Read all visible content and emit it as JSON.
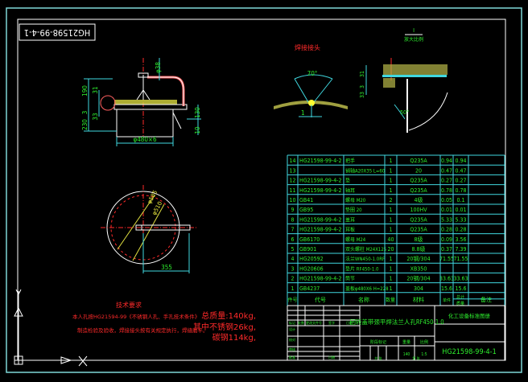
{
  "stamp": "HG21598-99-4-1",
  "detail_title": "焊接接头",
  "section_label": {
    "num": "I",
    "den": "放大比例"
  },
  "dims": {
    "pipe": "φ38",
    "h190": "190",
    "h31": "31",
    "h3": "3",
    "h33": "33",
    "h230": "230",
    "h130": "130",
    "h10": "10",
    "dia": "φ480×6",
    "angle": "70°",
    "one": "1",
    "d1": "31",
    "d2": "3",
    "d3": "33",
    "ang50": "50°",
    "d585": "φ585",
    "d510": "φ510",
    "r355": "355"
  },
  "notes": {
    "title": "技术要求",
    "line1": "本人孔按HG21594-99《不锈钢人孔、手孔技术条件》",
    "line2": "制造检验及验收，焊接接头按有关规定执行，焊缝磨平。"
  },
  "weights": {
    "total": "总质量:140kg,",
    "stainless": "其中不锈钢26kg,",
    "carbon": "碳钢114kg,"
  },
  "parts_table": {
    "rows": [
      {
        "no": "14",
        "code": "HG21598-99-4-2",
        "name": "把手",
        "qty": "1",
        "material": "Q235A",
        "unit": "0.94",
        "total": "0.94",
        "note": ""
      },
      {
        "no": "13",
        "code": "",
        "name": "销轴A20X35 L=60",
        "qty": "1",
        "material": "20",
        "unit": "0.47",
        "total": "0.47",
        "note": ""
      },
      {
        "no": "12",
        "code": "HG21598-99-4-2",
        "name": "垫",
        "qty": "1",
        "material": "Q235A",
        "unit": "0.27",
        "total": "0.27",
        "note": ""
      },
      {
        "no": "11",
        "code": "HG21598-99-4-2",
        "name": "轴耳",
        "qty": "1",
        "material": "Q235A",
        "unit": "0.78",
        "total": "0.78",
        "note": ""
      },
      {
        "no": "10",
        "code": "GB41",
        "name": "螺母 M20",
        "qty": "2",
        "material": "4级",
        "unit": "0.05",
        "total": "0.1",
        "note": ""
      },
      {
        "no": "9",
        "code": "GB95",
        "name": "垫圈 20",
        "qty": "1",
        "material": "100HV",
        "unit": "0.01",
        "total": "0.01",
        "note": ""
      },
      {
        "no": "8",
        "code": "HG21598-99-4-2",
        "name": "盖耳",
        "qty": "1",
        "material": "Q235A",
        "unit": "5.33",
        "total": "5.33",
        "note": ""
      },
      {
        "no": "7",
        "code": "HG21598-99-4-2",
        "name": "耳板",
        "qty": "1",
        "material": "Q235A",
        "unit": "0.28",
        "total": "0.28",
        "note": ""
      },
      {
        "no": "6",
        "code": "GB6170",
        "name": "螺母 M24",
        "qty": "40",
        "material": "8级",
        "unit": "0.09",
        "total": "3.56",
        "note": ""
      },
      {
        "no": "5",
        "code": "GB901",
        "name": "双头螺柱 M24X125",
        "qty": "20",
        "material": "8.8级",
        "unit": "0.37",
        "total": "7.39",
        "note": ""
      },
      {
        "no": "4",
        "code": "HG20592",
        "name": "法兰WN450-1.0RF",
        "qty": "1",
        "material": "20钢/304",
        "unit": "71.55",
        "total": "71.55",
        "note": ""
      },
      {
        "no": "3",
        "code": "HG20606",
        "name": "垫片 RF450-1.0",
        "qty": "1",
        "material": "XB350",
        "unit": "",
        "total": "",
        "note": ""
      },
      {
        "no": "2",
        "code": "HG21598-99-4-2",
        "name": "筒节",
        "qty": "1",
        "material": "20钢/304",
        "unit": "33.63",
        "total": "33.63",
        "note": ""
      },
      {
        "no": "1",
        "code": "GB4237",
        "name": "盖板φ480X6 H=228",
        "qty": "1",
        "material": "304",
        "unit": "15.6",
        "total": "15.6",
        "note": ""
      }
    ],
    "header": {
      "no": "件号",
      "code": "代号",
      "name": "名称",
      "qty": "数量",
      "material": "材料",
      "unit": "单件",
      "total": "总计",
      "mass": "质量",
      "note": "备注"
    }
  },
  "title_block": {
    "title": "回转盖带颈平焊法兰人孔RF450-1.0",
    "company": "化工设备标准图册",
    "drawing_no": "HG21598-99-4-1",
    "labels": {
      "mark": "标记",
      "count": "处数",
      "file": "更改文件号",
      "sign": "签字",
      "date": "日期",
      "design": "设计",
      "check": "校对",
      "review": "审核",
      "approve": "批准",
      "stage": "阶段标记",
      "weight": "重量",
      "scale": "比例",
      "ratio": "1:5",
      "sheet": "共 张",
      "page": "第 张",
      "mass": "140"
    }
  },
  "colors": {
    "frame": "#ffffff",
    "table": "#40d8e0",
    "text": "#2ef02e",
    "notes": "#ff2a2a",
    "dim": "#40d8e0",
    "center": "#ff2a2a",
    "weld": "#f0f040"
  }
}
